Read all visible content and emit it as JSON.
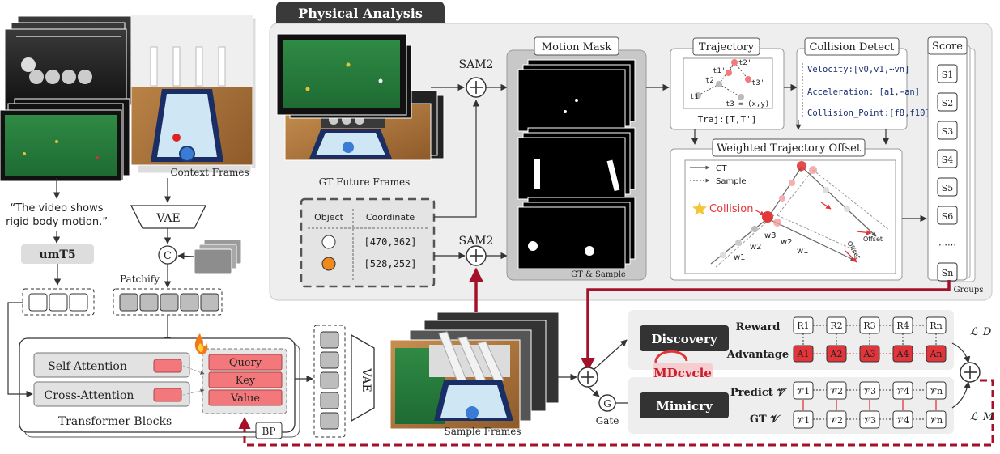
{
  "header": {
    "physical_analysis": "Physical Analysis"
  },
  "left": {
    "context_frames": "Context Frames",
    "caption_line1": "“The video shows",
    "caption_line2": "rigid body motion.”",
    "umt5": "umT5",
    "vae": "VAE",
    "concat_symbol": "C",
    "patchify": "Patchify",
    "self_attention": "Self-Attention",
    "cross_attention": "Cross-Attention",
    "query": "Query",
    "key": "Key",
    "value": "Value",
    "transformer_blocks": "Transformer Blocks",
    "bp": "BP"
  },
  "middle": {
    "vae": "VAE",
    "sample_frames": "Sample Frames",
    "gt_future_frames": "GT Future Frames",
    "sam2_top": "SAM2",
    "sam2_bottom": "SAM2",
    "object_table": {
      "headers": [
        "Object",
        "Coordinate"
      ],
      "rows": [
        {
          "color": "#ffffff",
          "coordinate": "[470,362]"
        },
        {
          "color": "#f08a1c",
          "coordinate": "[528,252]"
        }
      ]
    },
    "motion_mask": "Motion Mask",
    "gt_and_sample": "GT & Sample"
  },
  "trajectory": {
    "title": "Trajectory",
    "labels": [
      "t1",
      "t2",
      "t1'",
      "t2'",
      "t3'",
      "t3 = (x,y)"
    ],
    "caption": "Traj:[T,T']"
  },
  "collision_detect": {
    "title": "Collision Detect",
    "velocity": "Velocity:[v0,v1,⋯vn]",
    "acceleration": "Acceleration: [a1,⋯an]",
    "collision_point": "Collision_Point:[f8,f10]"
  },
  "offset": {
    "title": "Weighted Trajectory Offset",
    "legend_gt": "GT",
    "legend_sample": "Sample",
    "collision": "Collision",
    "w3": "w3",
    "w2a": "w2",
    "w2b": "w2",
    "w1a": "w1",
    "w1b": "w1",
    "offset1": "Offset",
    "offset2": "Offset"
  },
  "score": {
    "title": "Score",
    "items": [
      "S1",
      "S2",
      "S3",
      "S4",
      "S5",
      "S6",
      "⋯⋯",
      "Sn"
    ],
    "groups": "Groups"
  },
  "discovery": {
    "label": "Discovery",
    "reward_label": "Reward",
    "rewards": [
      "R1",
      "R2",
      "R3",
      "R4",
      "Rn"
    ],
    "advantage_label": "Advantage",
    "advantages": [
      "A1",
      "A2",
      "A3",
      "A4",
      "An"
    ],
    "loss": "ℒ_D"
  },
  "mdcycle": "MDcycle",
  "mimicry": {
    "label": "Mimicry",
    "predict_label": "Predict 𝒱̂",
    "predicts": [
      "𝒱̂1",
      "𝒱̂2",
      "𝒱̂3",
      "𝒱̂4",
      "𝒱̂n"
    ],
    "gt_label": "GT 𝒱",
    "gts": [
      "𝒱̂1",
      "𝒱̂2",
      "𝒱̂3",
      "𝒱̂4",
      "𝒱̂n"
    ],
    "loss": "ℒ_M"
  },
  "gate": {
    "symbol": "G",
    "label": "Gate"
  },
  "colors": {
    "red_arrow": "#a3122a",
    "red_box": "#e2353b",
    "pink": "#f3787c",
    "panel": "#eeeeee",
    "dark": "#333333"
  }
}
